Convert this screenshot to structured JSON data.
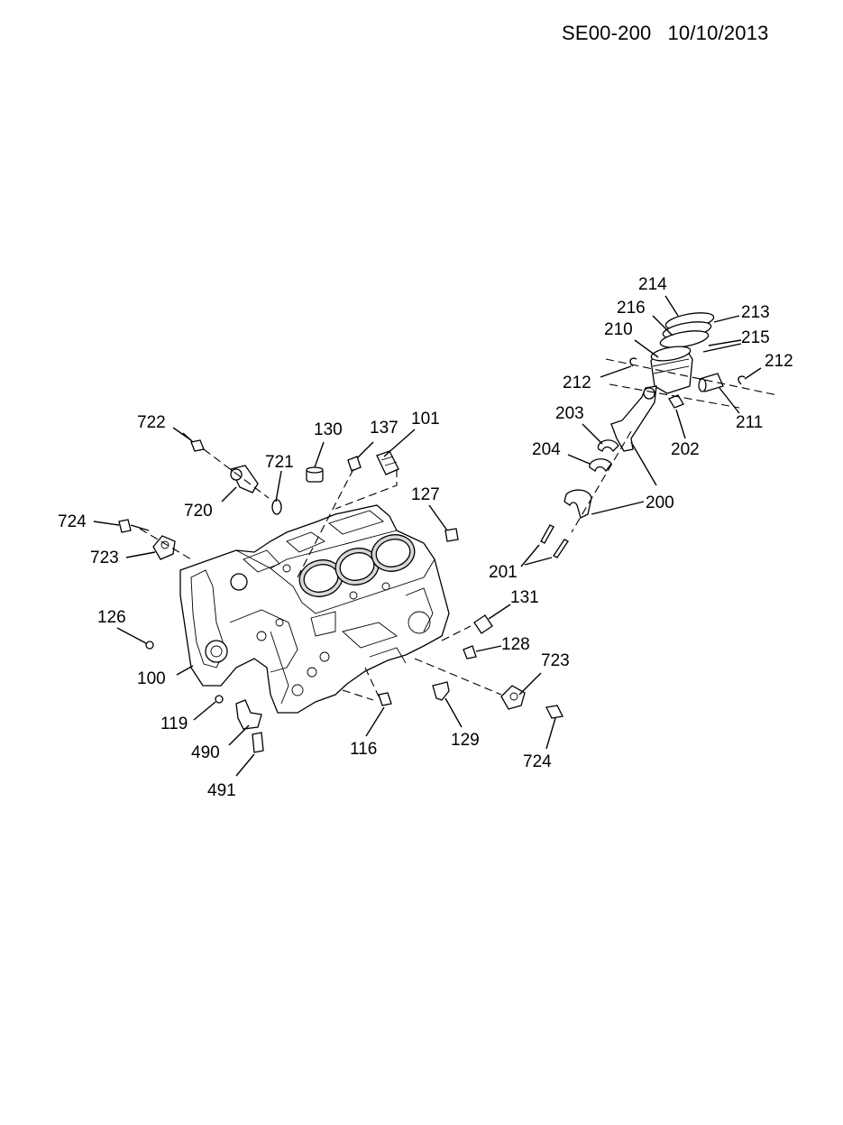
{
  "header": {
    "code": "SE00-200",
    "date": "10/10/2013"
  },
  "callouts": [
    {
      "id": "c214",
      "text": "214"
    },
    {
      "id": "c216",
      "text": "216"
    },
    {
      "id": "c213",
      "text": "213"
    },
    {
      "id": "c210",
      "text": "210"
    },
    {
      "id": "c215",
      "text": "215"
    },
    {
      "id": "c212a",
      "text": "212"
    },
    {
      "id": "c212b",
      "text": "212"
    },
    {
      "id": "c211",
      "text": "211"
    },
    {
      "id": "c203",
      "text": "203"
    },
    {
      "id": "c202",
      "text": "202"
    },
    {
      "id": "c204",
      "text": "204"
    },
    {
      "id": "c200",
      "text": "200"
    },
    {
      "id": "c201",
      "text": "201"
    },
    {
      "id": "c722",
      "text": "722"
    },
    {
      "id": "c130",
      "text": "130"
    },
    {
      "id": "c137",
      "text": "137"
    },
    {
      "id": "c101",
      "text": "101"
    },
    {
      "id": "c721",
      "text": "721"
    },
    {
      "id": "c720",
      "text": "720"
    },
    {
      "id": "c127",
      "text": "127"
    },
    {
      "id": "c724a",
      "text": "724"
    },
    {
      "id": "c723a",
      "text": "723"
    },
    {
      "id": "c131",
      "text": "131"
    },
    {
      "id": "c126",
      "text": "126"
    },
    {
      "id": "c128",
      "text": "128"
    },
    {
      "id": "c723b",
      "text": "723"
    },
    {
      "id": "c100",
      "text": "100"
    },
    {
      "id": "c119",
      "text": "119"
    },
    {
      "id": "c116",
      "text": "116"
    },
    {
      "id": "c129",
      "text": "129"
    },
    {
      "id": "c724b",
      "text": "724"
    },
    {
      "id": "c490",
      "text": "490"
    },
    {
      "id": "c491",
      "text": "491"
    }
  ]
}
